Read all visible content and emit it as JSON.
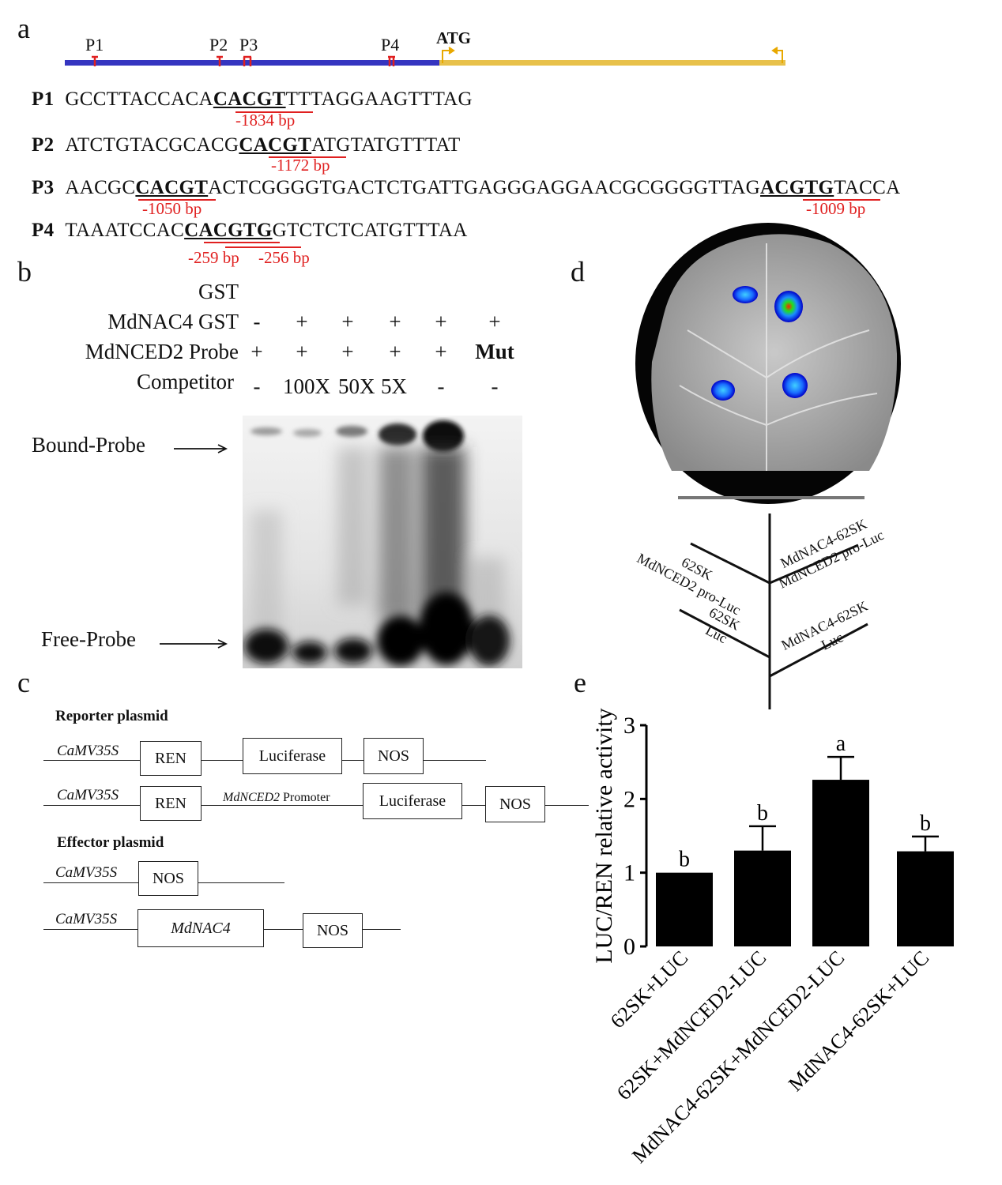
{
  "panels": {
    "a": "a",
    "b": "b",
    "c": "c",
    "d": "d",
    "e": "e"
  },
  "panel_a": {
    "site_labels": [
      "P1",
      "P2",
      "P3",
      "P4"
    ],
    "atg": "ATG",
    "sequences": [
      {
        "tag": "P1",
        "pre": "GCCTTACCACA",
        "motif": "CACGT",
        "post": "TTTAGGAAGTTTAG",
        "positions": [
          "-1834 bp"
        ]
      },
      {
        "tag": "P2",
        "pre": "ATCTGTACGCACG",
        "motif": "CACGT",
        "post": "ATGTATGTTTAT",
        "positions": [
          "-1172 bp"
        ]
      },
      {
        "tag": "P3",
        "pre": "AACGC",
        "motif": "CACGT",
        "mid": "ACTCGGGGTGACTCTGATTGAGGGAGGAACGCGGGGTTAG",
        "motif2": "ACGTG",
        "post": "TACCA",
        "positions": [
          "-1050 bp",
          "-1009 bp"
        ]
      },
      {
        "tag": "P4",
        "pre": "TAAATCCAC",
        "motif": "CACGTG",
        "post": "GTCTCTCATGTTTAA",
        "positions": [
          "-259 bp",
          "-256 bp"
        ]
      }
    ]
  },
  "panel_b": {
    "rows": [
      {
        "label": "GST",
        "cells": [
          "",
          "",
          "",
          "",
          "",
          ""
        ]
      },
      {
        "label": "MdNAC4 GST",
        "cells": [
          "-",
          "+",
          "+",
          "+",
          "+",
          "+"
        ]
      },
      {
        "label": "MdNCED2 Probe",
        "cells": [
          "+",
          "+",
          "+",
          "+",
          "+",
          "Mut"
        ]
      },
      {
        "label": "Competitor",
        "cells": [
          "-",
          "100X",
          "50X",
          "5X",
          "-",
          "-"
        ]
      }
    ],
    "bound_label": "Bound-Probe",
    "free_label": "Free-Probe"
  },
  "panel_c": {
    "reporter_title": "Reporter plasmid",
    "effector_title": "Effector plasmid",
    "promoter": "CaMV35S",
    "ren": "REN",
    "luciferase": "Luciferase",
    "nos": "NOS",
    "mdnced2_promoter_italic": "MdNCED2",
    "mdnced2_promoter_rest": " Promoter",
    "mdnac4": "MdNAC4"
  },
  "panel_d": {
    "top_left": [
      "62SK",
      "MdNCED2 pro-Luc"
    ],
    "top_right": [
      "MdNAC4-62SK",
      "MdNCED2 pro-Luc"
    ],
    "bottom_left": [
      "62SK",
      "Luc"
    ],
    "bottom_right": [
      "MdNAC4-62SK",
      "Luc"
    ]
  },
  "chart_data": {
    "type": "bar",
    "categories": [
      "62SK+LUC",
      "62SK+MdNCED2-LUC",
      "MdNAC4-62SK+MdNCED2-LUC",
      "MdNAC4-62SK+LUC"
    ],
    "values": [
      1.0,
      1.3,
      2.26,
      1.29
    ],
    "errors": [
      0.0,
      0.33,
      0.31,
      0.2
    ],
    "letters": [
      "b",
      "b",
      "a",
      "b"
    ],
    "ylabel": "LUC/REN relative activity",
    "ylim": [
      0,
      3
    ],
    "yticks": [
      "0",
      "1",
      "2",
      "3"
    ],
    "bar_color": "#000000"
  }
}
